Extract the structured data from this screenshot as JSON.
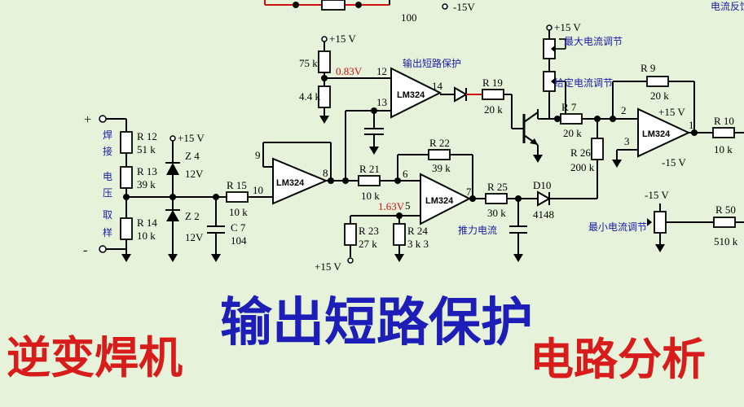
{
  "top": {
    "v_neg15": "-15V",
    "r100": "100",
    "top_right": "电流反馈"
  },
  "labels": {
    "plus": "+",
    "minus": "-",
    "weld_voltage_sample": [
      "焊",
      "接",
      "电",
      "压",
      "取",
      "样"
    ],
    "r12": "R 12",
    "r12v": "51 k",
    "r13": "R 13",
    "r13v": "39 k",
    "r14": "R 14",
    "r14v": "10 k",
    "z4_supply": "+15 V",
    "z4": "Z 4",
    "z4v": "12V",
    "z2": "Z 2",
    "z2v": "12V",
    "r15": "R 15",
    "r15v": "10 k",
    "c7": "C 7",
    "c7v": "104",
    "u1": "LM324",
    "u1_pin9": "9",
    "u1_pin10": "10",
    "u1_pin8": "8",
    "top_supply": "+15 V",
    "r75k": "75 k",
    "r44k": "4.4 k",
    "v083": "0.83V",
    "short_protect": "输出短路保护",
    "u2": "LM324",
    "u2_pin12": "12",
    "u2_pin13": "13",
    "u2_pin14": "14",
    "r19": "R 19",
    "r19v": "20 k",
    "r21": "R 21",
    "r21v": "10 k",
    "r22": "R 22",
    "r22v": "39 k",
    "u3": "LM324",
    "u3_pin6": "6",
    "u3_pin5": "5",
    "u3_pin7": "7",
    "v163": "1.63V",
    "r23": "R 23",
    "r23v": "27 k",
    "r24": "R 24",
    "r24v": "3 k 3",
    "bottom_supply": "+15 V",
    "r25": "R 25",
    "r25v": "30 k",
    "thrust_current": "推力电流",
    "d10": "D10",
    "d10v": "4148",
    "pot_supply": "+15 V",
    "max_current": "最大电流调节",
    "set_current": "给定电流调节",
    "r7": "R 7",
    "r7v": "20 k",
    "r26": "R 26",
    "r26v": "200 k",
    "r9": "R 9",
    "r9v": "20 k",
    "u4": "LM324",
    "u4_pos": "+15 V",
    "u4_neg": "-15 V",
    "u4_pin2": "2",
    "u4_pin3": "3",
    "u4_pin1": "1",
    "r10": "R 10",
    "r10v": "10 k",
    "min_supply": "-15 V",
    "min_current": "最小电流调节",
    "r50": "R 50",
    "r50v": "510 k"
  },
  "banner": {
    "left": "逆变焊机",
    "center": "输出短路保护",
    "right": "电路分析",
    "left_color": "#d81c1c",
    "center_color": "#1d1db8",
    "right_color": "#d81c1c"
  }
}
